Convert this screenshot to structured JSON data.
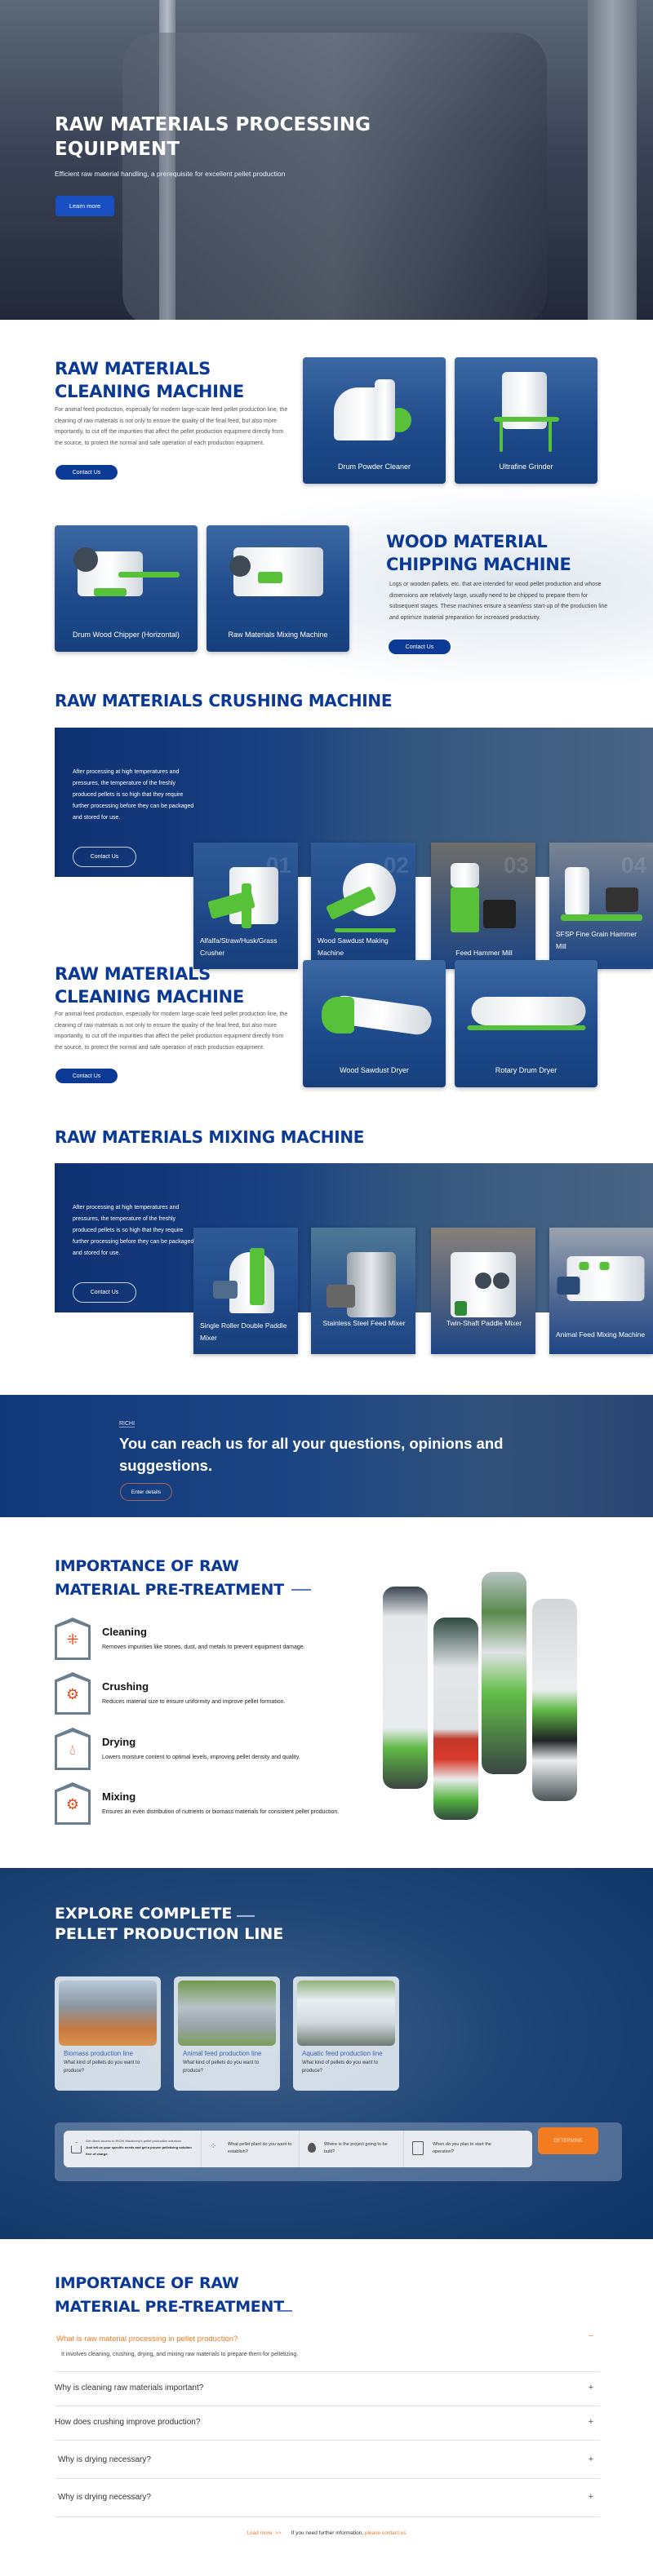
{
  "hero": {
    "title": "RAW MATERIALS PROCESSING EQUIPMENT",
    "subtitle": "Efficient raw material handling, a prerequisite for excellent pellet production",
    "button": "Learn more"
  },
  "cleaning": {
    "title_line1": "RAW MATERIALS",
    "title_line2": "CLEANING MACHINE",
    "text": "For animal feed production, especially for modern large-scale feed pellet production line, the cleaning of raw materials is not only to ensure the quality of the final feed, but also more importantly, to cut off the impurities that affect the pellet production equipment directly from the source, to protect the normal and safe operation of each production equipment.",
    "button": "Contact Us",
    "cards": [
      {
        "label": "Drum Powder Cleaner"
      },
      {
        "label": "Ultrafine Grinder"
      }
    ]
  },
  "chipping": {
    "title_line1": "WOOD MATERIAL",
    "title_line2": "CHIPPING MACHINE",
    "text": "Logs or wooden pallets, etc. that are intended for wood pellet production and whose dimensions are relatively large, usually need to be chipped to prepare them for subsequent stages. These machines ensure a seamless start-up of the production line and optimize material preparation for increased productivity.",
    "button": "Contact Us",
    "cards": [
      {
        "label": "Drum Wood Chipper (Horizontal)"
      },
      {
        "label": "Raw Materials Mixing Machine"
      }
    ]
  },
  "crushing": {
    "title": "RAW MATERIALS CRUSHING MACHINE",
    "text": "After processing at high temperatures and pressures, the temperature of the freshly produced pellets is so high that they require further processing before they can be packaged and stored for use.",
    "button": "Contact Us",
    "cards": [
      {
        "label": "Alfalfa/Straw/Husk/Grass Crusher",
        "num": "01"
      },
      {
        "label": "Wood Sawdust Making Machine",
        "num": "02"
      },
      {
        "label": "Feed Hammer Mill",
        "num": "03"
      },
      {
        "label": "SFSP Fine Grain Hammer Mill",
        "num": "04"
      }
    ]
  },
  "drying": {
    "title_line1": "RAW MATERIALS",
    "title_line2": "CLEANING MACHINE",
    "text": "For animal feed production, especially for modern large-scale feed pellet production line, the cleaning of raw materials is not only to ensure the quality of the final feed, but also more importantly, to cut off the impurities that affect the pellet production equipment directly from the source, to protect the normal and safe operation of each production equipment.",
    "button": "Contact Us",
    "cards": [
      {
        "label": "Wood Sawdust Dryer"
      },
      {
        "label": "Rotary Drum Dryer"
      }
    ]
  },
  "mixing": {
    "title": "RAW MATERIALS MIXING MACHINE",
    "text": "After processing at high temperatures and pressures, the temperature of the freshly produced pellets is so high that they require further processing before they can be packaged and stored for use.",
    "button": "Contact Us",
    "cards": [
      {
        "label": "Single Roller Double Paddle Mixer"
      },
      {
        "label": "Stainless Steel Feed Mixer"
      },
      {
        "label": "Twin-Shaft Paddle Mixer"
      },
      {
        "label": "Animal Feed Mixing Machine"
      }
    ]
  },
  "contact": {
    "eyebrow": "RICHI",
    "headline": "You can reach us for all your questions, opinions and suggestions.",
    "button": "Enter details"
  },
  "importance": {
    "title_line1": "IMPORTANCE OF RAW",
    "title_line2": "MATERIAL PRE-TREATMENT",
    "items": [
      {
        "title": "Cleaning",
        "desc": "Removes impurities like stones, dust, and metals to prevent equipment damage.",
        "icon": "filter-icon"
      },
      {
        "title": "Crushing",
        "desc": "Reduces material size to ensure uniformity and improve pellet formation.",
        "icon": "crusher-icon"
      },
      {
        "title": "Drying",
        "desc": "Lowers moisture content to optimal levels, improving pellet density and quality.",
        "icon": "water-drop-icon"
      },
      {
        "title": "Mixing",
        "desc": "Ensures an even distribution of nutrients or biomass materials for consistent pellet production.",
        "icon": "gears-icon"
      }
    ]
  },
  "explore": {
    "title_line1": "EXPLORE COMPLETE",
    "title_line2": "PELLET PRODUCTION LINE",
    "lines": [
      {
        "title": "Biomass production line",
        "desc": "What kind of pellets do you want to produce?"
      },
      {
        "title": "Animal feed production line",
        "desc": "What kind of pellets do you want to produce?"
      },
      {
        "title": "Aquatic feed production line",
        "desc": "What kind of pellets do you want to produce?"
      }
    ],
    "form": {
      "intro_line1": "Get direct access to RICHI Machinery's pellet production solutions",
      "intro_line2": "Just tell us your specific needs and get a proven pelletizing solution free of charge.",
      "q1": "What pellet plant do you want to establish?",
      "q2": "Where is the project going to be built?",
      "q3": "When do you plan to start the operation?",
      "button": "DETERMINE"
    }
  },
  "faq": {
    "title_line1": "IMPORTANCE OF RAW",
    "title_line2": "MATERIAL PRE-TREATMENT",
    "open": {
      "q": "What is raw material processing in pellet production?",
      "a": "It involves cleaning, crushing, drying, and mixing raw materials to prepare them for pelletizing.",
      "toggle": "−"
    },
    "items": [
      {
        "q": "Why is cleaning raw materials important?",
        "toggle": "+"
      },
      {
        "q": "How does crushing improve production?",
        "toggle": "+"
      },
      {
        "q": "Why is drying necessary?",
        "toggle": "+"
      },
      {
        "q": "Why is drying necessary?",
        "toggle": "+"
      }
    ],
    "load_more": "Load more  >>",
    "footer_text": "If you need further information, ",
    "footer_link": "please contact us"
  },
  "colors": {
    "brand_blue": "#0b3a96",
    "accent_orange": "#f47c20",
    "icon_red": "#e04a1f"
  }
}
